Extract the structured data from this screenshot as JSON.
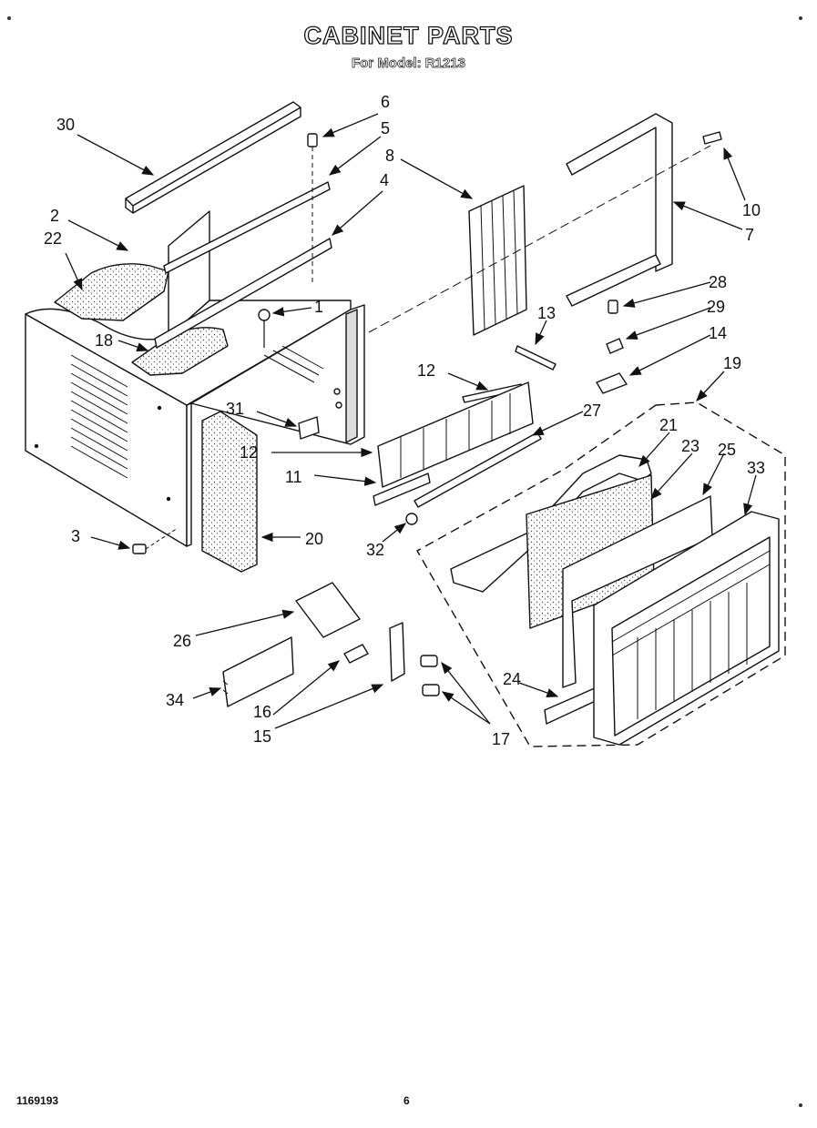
{
  "header": {
    "title": "CABINET PARTS",
    "subtitle": "For Model: R1213"
  },
  "footer": {
    "doc_number": "1169193",
    "page_number": "6"
  },
  "callouts": [
    "30",
    "6",
    "5",
    "8",
    "4",
    "2",
    "22",
    "1",
    "18",
    "10",
    "7",
    "28",
    "29",
    "13",
    "14",
    "12",
    "19",
    "27",
    "31",
    "12",
    "11",
    "21",
    "23",
    "25",
    "33",
    "3",
    "20",
    "32",
    "26",
    "24",
    "34",
    "16",
    "15",
    "17"
  ]
}
